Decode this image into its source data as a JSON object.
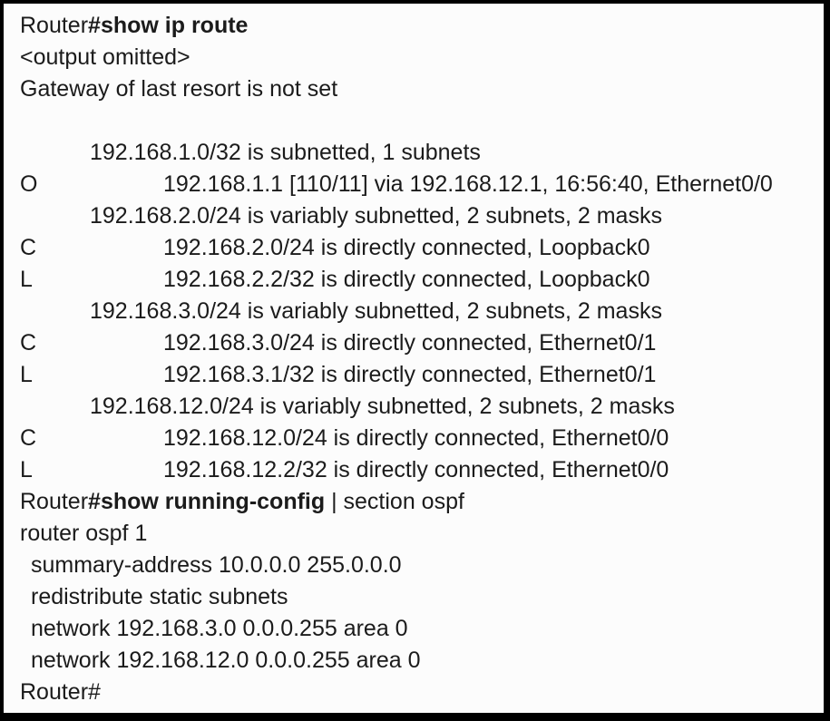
{
  "meta": {
    "background_color": "#fcfcfc",
    "border_color": "#000000",
    "text_color": "#1b1b1b"
  },
  "terminal": {
    "lines": [
      {
        "indent": "flush",
        "code": "",
        "segments": [
          {
            "t": "Router",
            "b": false
          },
          {
            "t": "#show ip route",
            "b": true
          }
        ]
      },
      {
        "indent": "flush",
        "code": "",
        "segments": [
          {
            "t": "<output omitted>",
            "b": false
          }
        ]
      },
      {
        "indent": "flush",
        "code": "",
        "segments": [
          {
            "t": "Gateway of last resort is not set",
            "b": false
          }
        ]
      },
      {
        "indent": "flush",
        "code": "",
        "segments": []
      },
      {
        "indent": "subnet",
        "code": "",
        "segments": [
          {
            "t": "192.168.1.0/32 is subnetted, 1 subnets",
            "b": false
          }
        ]
      },
      {
        "indent": "route",
        "code": "O",
        "segments": [
          {
            "t": "192.168.1.1 [110/11] via 192.168.12.1, 16:56:40, Ethernet0/0",
            "b": false
          }
        ]
      },
      {
        "indent": "subnet",
        "code": "",
        "segments": [
          {
            "t": "192.168.2.0/24 is variably subnetted, 2 subnets, 2 masks",
            "b": false
          }
        ]
      },
      {
        "indent": "route",
        "code": "C",
        "segments": [
          {
            "t": "192.168.2.0/24 is directly connected, Loopback0",
            "b": false
          }
        ]
      },
      {
        "indent": "route",
        "code": "L",
        "segments": [
          {
            "t": "192.168.2.2/32 is directly connected, Loopback0",
            "b": false
          }
        ]
      },
      {
        "indent": "subnet",
        "code": "",
        "segments": [
          {
            "t": "192.168.3.0/24 is variably subnetted, 2 subnets, 2 masks",
            "b": false
          }
        ]
      },
      {
        "indent": "route",
        "code": "C",
        "segments": [
          {
            "t": "192.168.3.0/24 is directly connected, Ethernet0/1",
            "b": false
          }
        ]
      },
      {
        "indent": "route",
        "code": "L",
        "segments": [
          {
            "t": "192.168.3.1/32 is directly connected, Ethernet0/1",
            "b": false
          }
        ]
      },
      {
        "indent": "subnet",
        "code": "",
        "segments": [
          {
            "t": "192.168.12.0/24 is variably subnetted, 2 subnets, 2 masks",
            "b": false
          }
        ]
      },
      {
        "indent": "route",
        "code": "C",
        "segments": [
          {
            "t": "192.168.12.0/24 is directly connected, Ethernet0/0",
            "b": false
          }
        ]
      },
      {
        "indent": "route",
        "code": "L",
        "segments": [
          {
            "t": "192.168.12.2/32 is directly connected, Ethernet0/0",
            "b": false
          }
        ]
      },
      {
        "indent": "flush",
        "code": "",
        "segments": [
          {
            "t": "Router",
            "b": false
          },
          {
            "t": "#show running-config",
            "b": true
          },
          {
            "t": " | section ospf",
            "b": false
          }
        ]
      },
      {
        "indent": "flush",
        "code": "",
        "segments": [
          {
            "t": "router ospf 1",
            "b": false
          }
        ]
      },
      {
        "indent": "config",
        "code": "",
        "segments": [
          {
            "t": "summary-address 10.0.0.0 255.0.0.0",
            "b": false
          }
        ]
      },
      {
        "indent": "config",
        "code": "",
        "segments": [
          {
            "t": "redistribute static subnets",
            "b": false
          }
        ]
      },
      {
        "indent": "config",
        "code": "",
        "segments": [
          {
            "t": "network 192.168.3.0 0.0.0.255 area 0",
            "b": false
          }
        ]
      },
      {
        "indent": "config",
        "code": "",
        "segments": [
          {
            "t": "network 192.168.12.0 0.0.0.255 area 0",
            "b": false
          }
        ]
      },
      {
        "indent": "flush",
        "code": "",
        "segments": [
          {
            "t": "Router#",
            "b": false
          }
        ]
      }
    ]
  }
}
